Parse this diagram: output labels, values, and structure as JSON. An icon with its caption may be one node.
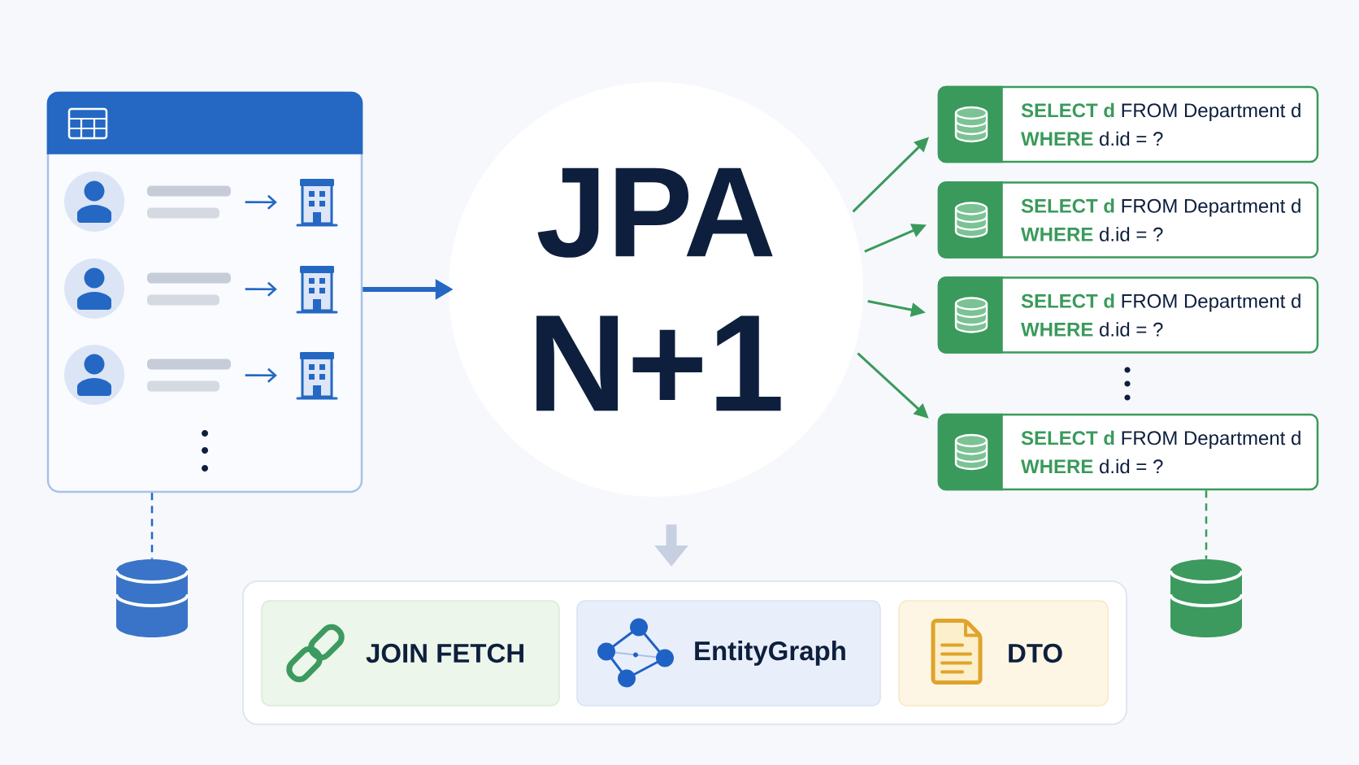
{
  "diagram": {
    "nodes": [
      {
        "text": [],
        "shape": "box"
      },
      {
        "text": [],
        "shape": "bar",
        "in": 0
      },
      {
        "text": [],
        "shape": "picture",
        "in": 0
      },
      {
        "text": [],
        "shape": "bar",
        "in": 0
      },
      {
        "text": [],
        "shape": "picture",
        "in": 0
      },
      {
        "text": [],
        "shape": "bar",
        "in": 0
      },
      {
        "text": [],
        "shape": "picture",
        "in": 0
      },
      {
        "text": [
          "JPA",
          "N+1"
        ]
      },
      {
        "text": [
          "**SELECT d** FROM Department d **WHERE** d.id = ?"
        ]
      },
      {
        "text": [
          "**SELECT d** FROM Department d **WHERE** d.id = ?"
        ]
      },
      {
        "text": [
          "**SELECT d** FROM Department d **WHERE** d.id = ?"
        ]
      },
      {
        "text": [
          "**SELECT d** FROM Department d **WHERE** d.id = ?"
        ]
      },
      {
        "text": [],
        "shape": "cylinder"
      },
      {
        "text": [],
        "shape": "box"
      },
      {
        "text": [
          "JOIN FETCH"
        ],
        "in": 13
      },
      {
        "text": [
          "EntityGraph"
        ],
        "in": 13
      },
      {
        "text": [
          "DTO"
        ],
        "in": 13
      },
      {
        "text": [],
        "shape": "cylinder"
      }
    ],
    "edges": [
      {
        "from": 1,
        "to": 2,
        "arrow": "to",
        "color": "#2468c3"
      },
      {
        "from": 3,
        "to": 4,
        "arrow": "to",
        "color": "#2468c3"
      },
      {
        "from": 5,
        "to": 6,
        "arrow": "to",
        "color": "#2468c3"
      },
      {
        "from": 0,
        "to": 7,
        "arrow": "to",
        "style": "thick",
        "color": "#2468c3"
      },
      {
        "from": 7,
        "to": 8,
        "arrow": "to",
        "color": "#3a9a5b"
      },
      {
        "from": 7,
        "to": 9,
        "arrow": "to",
        "color": "#3a9a5b"
      },
      {
        "from": 7,
        "to": 10,
        "arrow": "to",
        "color": "#3a9a5b"
      },
      {
        "from": 7,
        "to": 11,
        "arrow": "to",
        "color": "#3a9a5b"
      },
      {
        "from": 7,
        "to": 13,
        "arrow": "to",
        "style": "thick",
        "color": "#c7d0e0"
      },
      {
        "from": 0,
        "to": 12,
        "arrow": "none",
        "style": "dashed",
        "color": "#2468c3"
      },
      {
        "from": 11,
        "to": 17,
        "arrow": "none",
        "style": "dashed",
        "color": "#3a9a5b"
      }
    ]
  }
}
